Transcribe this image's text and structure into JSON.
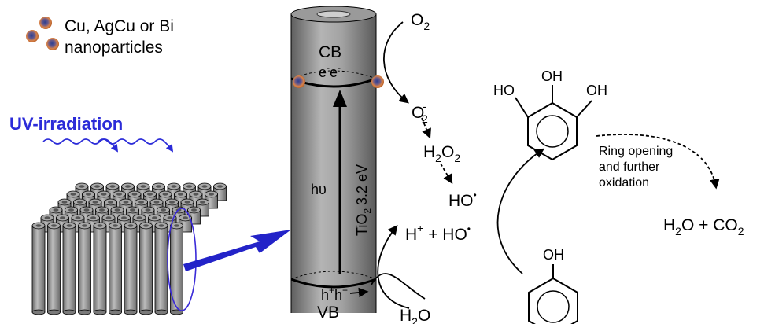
{
  "legend": {
    "line1": "Cu, AgCu or Bi",
    "line2": "nanoparticles"
  },
  "uv_label": "UV-irradiation",
  "nanotube": {
    "cb": "CB",
    "vb": "VB",
    "electrons": "e",
    "electron_charge": "-",
    "holes": "h",
    "hole_charge": "+",
    "photon": "hυ",
    "bandgap_prefix": "TiO",
    "bandgap_sub": "2",
    "bandgap_value": "3.2 eV"
  },
  "species": {
    "o2": "O",
    "o2_sub": "2",
    "superoxide": "O",
    "superoxide_sub": "2",
    "superoxide_sup": "-",
    "h2o2_a": "H",
    "h2o2_sub1": "2",
    "h2o2_b": "O",
    "h2o2_sub2": "2",
    "radical_top": "HO",
    "radical_dot": "•",
    "hplus_h": "H",
    "hplus_sup": "+",
    "plus": " + ",
    "radical_bottom": "HO",
    "water_h": "H",
    "water_sub": "2",
    "water_o": "O"
  },
  "molecules": {
    "oh1": "HO",
    "oh2": "OH",
    "oh3": "OH",
    "phenol_oh": "OH"
  },
  "ring_opening": {
    "line1": "Ring opening",
    "line2": "and further",
    "line3": "oxidation"
  },
  "products": {
    "h": "H",
    "sub1": "2",
    "o": "O",
    "plus": " + ",
    "co": "CO",
    "sub2": "2"
  },
  "colors": {
    "uv": "#2b2bd8",
    "arrow_blue": "#2323c8",
    "particle_orange": "#e0874a",
    "particle_core": "#3a4a9a",
    "tube": "#8c8c8c"
  }
}
